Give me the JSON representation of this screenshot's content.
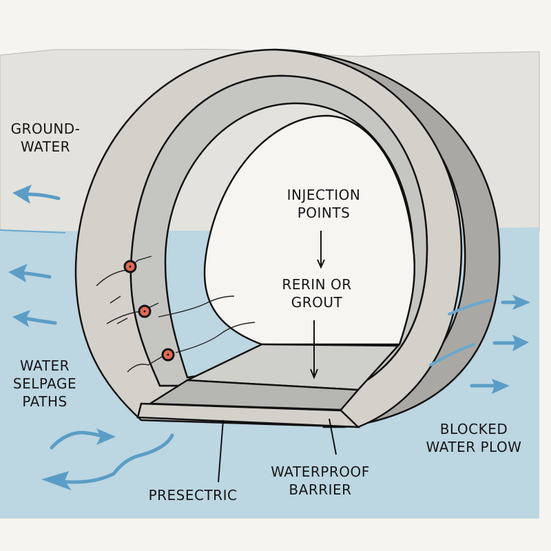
{
  "colors": {
    "paper": "#f5f4f0",
    "ground": "#e3e2dd",
    "water": "#bcd6e2",
    "arrow": "#5b9dc6",
    "concrete_face": "#d4d1cb",
    "concrete_shadow": "#a9a8a4",
    "lining_inner": "#c5c5c2",
    "floor": "#cfcfcc",
    "floor_front": "#b6b6b3",
    "injection_point": "#e36a55",
    "outline": "#111111"
  },
  "labels": {
    "groundwater": [
      "GROUND-",
      "WATER"
    ],
    "injection_points": [
      "INJECTION",
      "POINTS"
    ],
    "resin_or_grout": [
      "RERIN OR",
      "GROUT"
    ],
    "water_seepage_paths": [
      "WATER",
      "SELPAGE",
      "PATHS"
    ],
    "blocked_water_flow": [
      "BLOCKED",
      "WATER PLOW"
    ],
    "presectric": [
      "PRESECTRIC"
    ],
    "waterproof_barrier": [
      "WATERPROOF",
      "BARRIER"
    ]
  },
  "icons": {
    "flow_arrow": "arrow-icon",
    "injection_point": "injection-point-icon"
  }
}
